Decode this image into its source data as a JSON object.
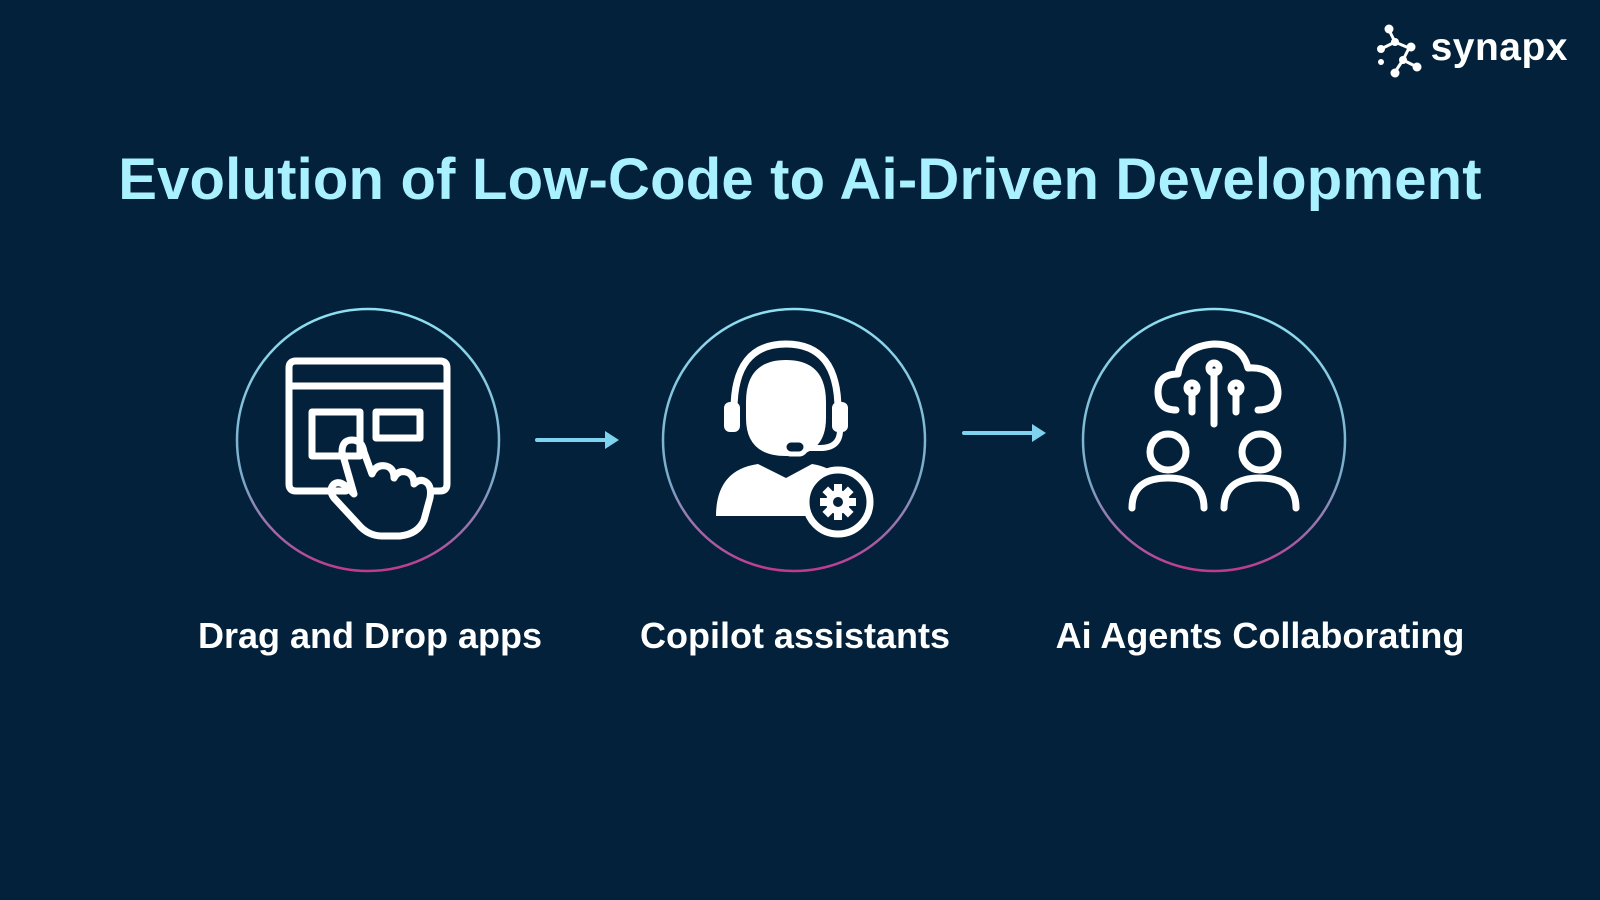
{
  "brand": {
    "name": "synapx"
  },
  "title": "Evolution of Low-Code to Ai-Driven Development",
  "stages": [
    {
      "label": "Drag and Drop apps",
      "icon": "drag-and-drop-icon"
    },
    {
      "label": "Copilot assistants",
      "icon": "headset-support-icon"
    },
    {
      "label": "Ai Agents Collaborating",
      "icon": "cloud-network-users-icon"
    }
  ],
  "colors": {
    "background": "#03213a",
    "title": "#a9f1ff",
    "arrow": "#7fd3ee",
    "ring_top": "#8fe0f2",
    "ring_bottom": "#c0398f",
    "text": "#ffffff"
  }
}
